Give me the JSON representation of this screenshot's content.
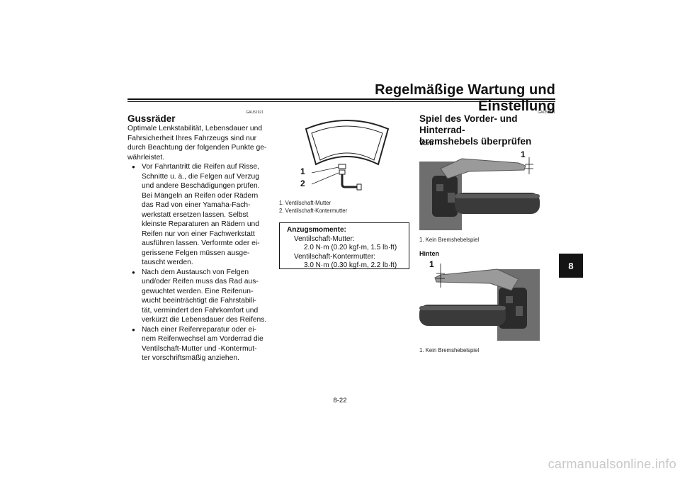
{
  "header": {
    "title": "Regelmäßige Wartung und Einstellung"
  },
  "left_section": {
    "code": "GAU51921",
    "heading": "Gussräder",
    "intro": [
      "Optimale Lenkstabilität, Lebensdauer und",
      "Fahrsicherheit Ihres Fahrzeugs sind nur",
      "durch Beachtung der folgenden Punkte ge-",
      "währleistet."
    ],
    "bullets": [
      [
        "Vor Fahrtantritt die Reifen auf Risse,",
        "Schnitte u. ä., die Felgen auf Verzug",
        "und andere Beschädigungen prüfen.",
        "Bei Mängeln an Reifen oder Rädern",
        "das Rad von einer Yamaha-Fach-",
        "werkstatt ersetzen lassen. Selbst",
        "kleinste Reparaturen an Rädern und",
        "Reifen nur von einer Fachwerkstatt",
        "ausführen lassen. Verformte oder ei-",
        "gerissene Felgen müssen ausge-",
        "tauscht werden."
      ],
      [
        "Nach dem Austausch von Felgen",
        "und/oder Reifen muss das Rad aus-",
        "gewuchtet werden. Eine Reifenun-",
        "wucht beeinträchtigt die Fahrstabili-",
        "tät, vermindert den Fahrkomfort und",
        "verkürzt die Lebensdauer des Reifens."
      ],
      [
        "Nach einer Reifenreparatur oder ei-",
        "nem Reifenwechsel am Vorderrad die",
        "Ventilschaft-Mutter und -Kontermut-",
        "ter vorschriftsmäßig anziehen."
      ]
    ]
  },
  "middle_section": {
    "figure_labels": [
      "1",
      "2"
    ],
    "captions": [
      "1.  Ventilschaft-Mutter",
      "2.  Ventilschaft-Kontermutter"
    ],
    "torque": {
      "heading": "Anzugsmomente:",
      "lines": [
        "Ventilschaft-Mutter:",
        "2.0 N·m (0.20 kgf·m, 1.5 lb·ft)",
        "Ventilschaft-Kontermutter:",
        "3.0 N·m (0.30 kgf·m, 2.2 lb·ft)"
      ]
    }
  },
  "right_section": {
    "code": "GAU50861",
    "heading_lines": [
      "Spiel des Vorder- und Hinterrad-",
      "bremshebels überprüfen"
    ],
    "front": {
      "label": "Vorn",
      "figure_label": "1",
      "caption": "1.  Kein Bremshebelspiel"
    },
    "rear": {
      "label": "Hinten",
      "figure_label": "1",
      "caption": "1.  Kein Bremshebelspiel"
    }
  },
  "side_tab": {
    "label": "8"
  },
  "page_number": "8-22",
  "watermark": "carmanualsonline.info"
}
